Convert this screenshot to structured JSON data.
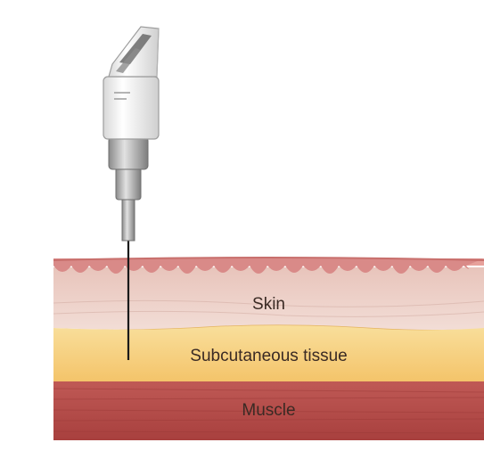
{
  "labels": {
    "skin": "Skin",
    "subcutaneous": "Subcutaneous tissue",
    "muscle": "Muscle"
  },
  "colors": {
    "epidermis": "#d98a88",
    "dermis": "#ecd0c8",
    "subcutaneous": "#f7d283",
    "muscle": "#b9504d",
    "needle": "#1a1a1a",
    "pen_body": "#f2f2f2",
    "pen_metal": "#9a9a9a"
  },
  "icons": {
    "pen": "insulin-pen-icon",
    "needle": "needle-icon"
  }
}
